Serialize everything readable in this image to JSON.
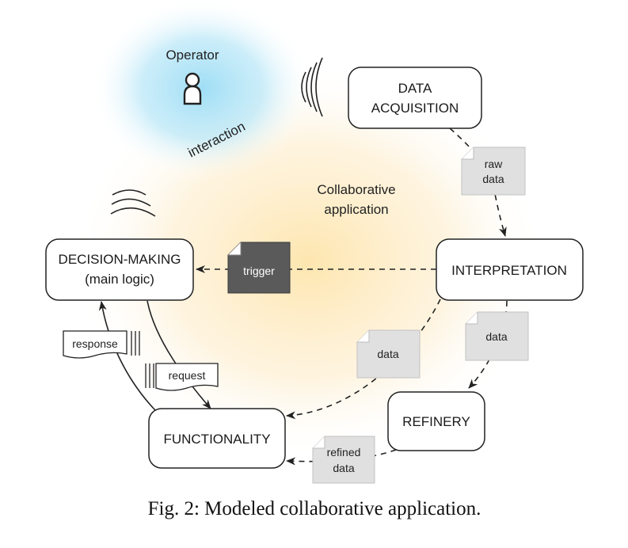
{
  "operator": {
    "label": "Operator",
    "interaction": "interaction"
  },
  "center": {
    "line1": "Collaborative",
    "line2": "application"
  },
  "nodes": {
    "data_acquisition": {
      "line1": "DATA",
      "line2": "ACQUISITION"
    },
    "interpretation": {
      "label": "INTERPRETATION"
    },
    "refinery": {
      "label": "REFINERY"
    },
    "functionality": {
      "label": "FUNCTIONALITY"
    },
    "decision_making": {
      "line1": "DECISION-MAKING",
      "line2": "(main logic)"
    }
  },
  "documents": {
    "raw_data": {
      "line1": "raw",
      "line2": "data"
    },
    "trigger": {
      "label": "trigger"
    },
    "data_left": {
      "label": "data"
    },
    "data_right": {
      "label": "data"
    },
    "refined_data": {
      "line1": "refined",
      "line2": "data"
    }
  },
  "messages": {
    "response": "response",
    "request": "request"
  },
  "caption": "Fig. 2: Modeled collaborative application.",
  "colors": {
    "operator_glow": "#a8e0f5",
    "app_glow": "#fde2a4",
    "doc_fill": "#e0e0e0",
    "trigger_fill": "#5a5a5a",
    "stroke": "#222222"
  }
}
